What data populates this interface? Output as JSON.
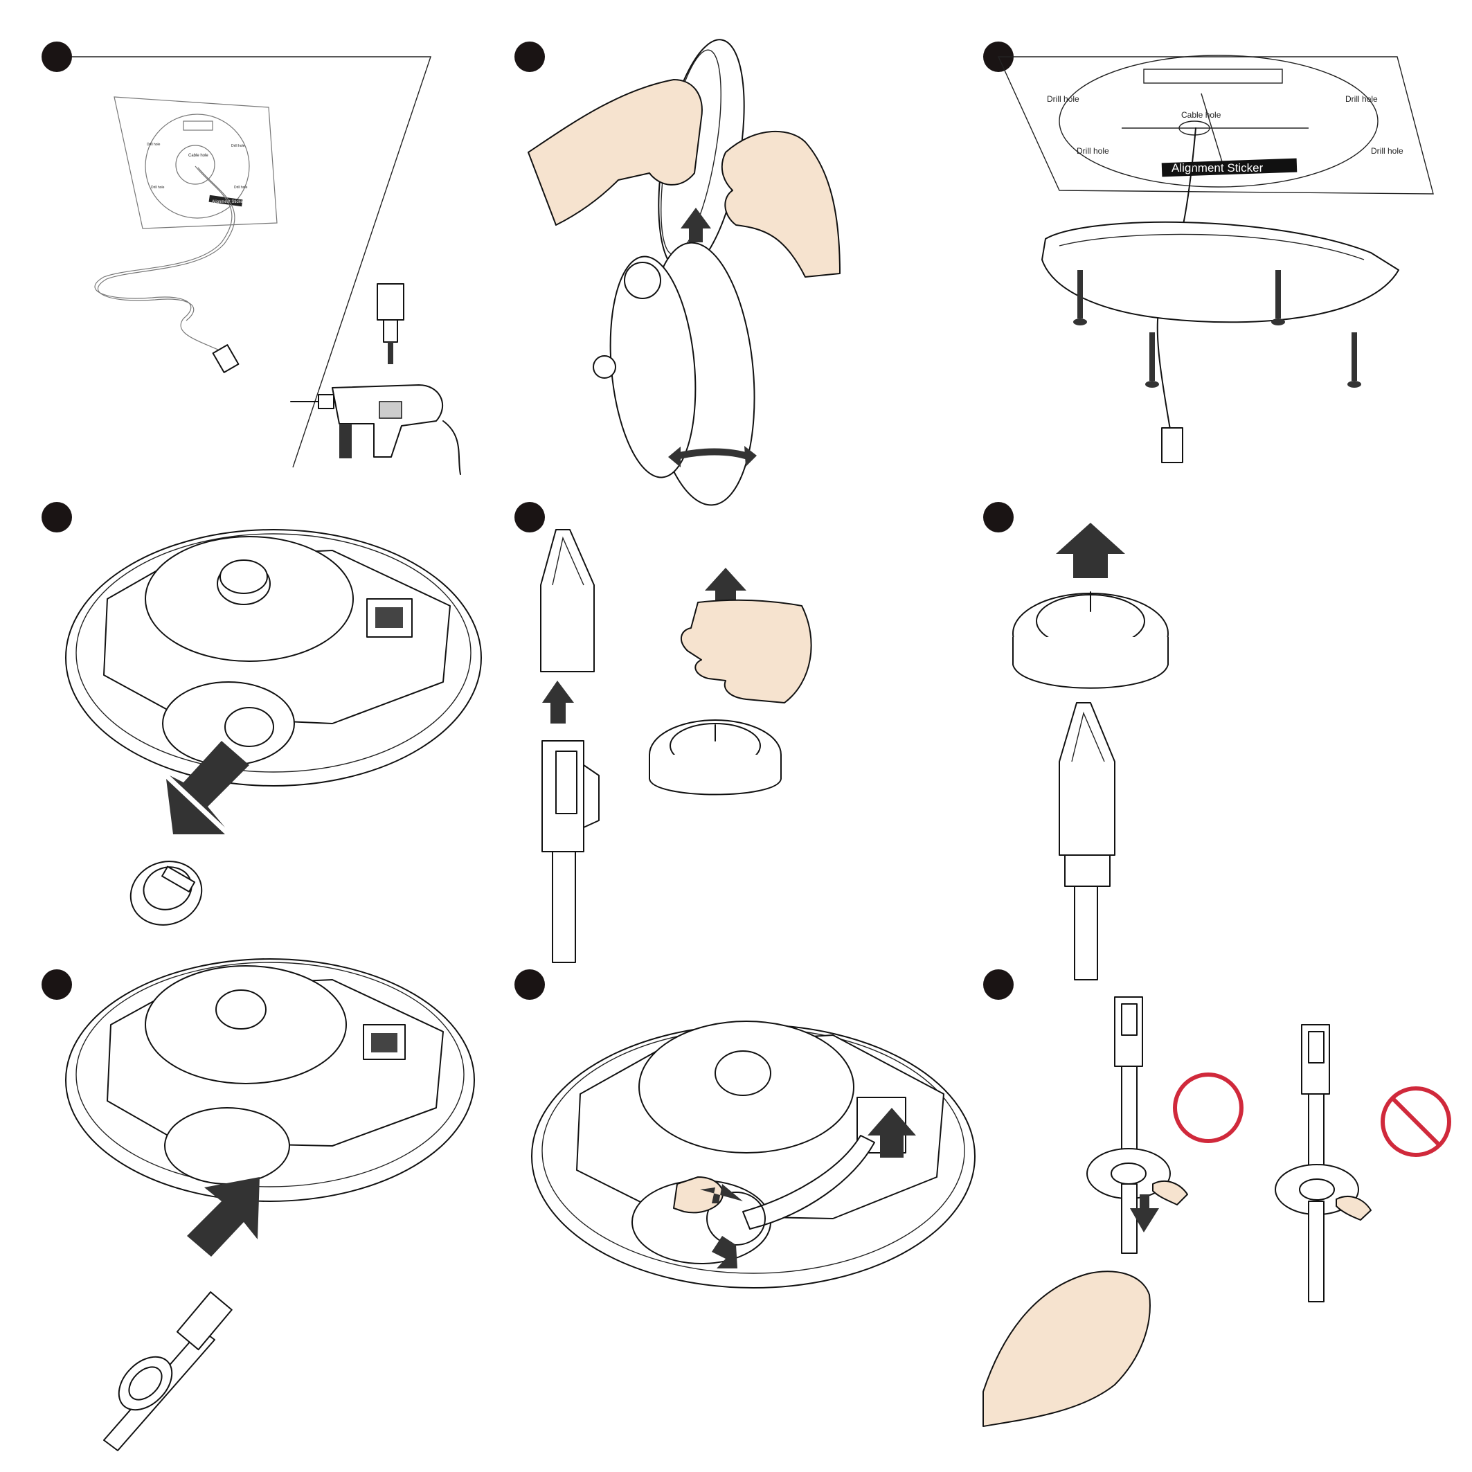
{
  "steps": [
    {
      "label": ""
    },
    {
      "label": ""
    },
    {
      "label": ""
    },
    {
      "label": ""
    },
    {
      "label": ""
    },
    {
      "label": ""
    },
    {
      "label": ""
    },
    {
      "label": ""
    },
    {
      "label": ""
    }
  ],
  "sticker": {
    "drill_hole_label": "Drill hole",
    "cable_hole_label": "Cable hole",
    "title": "Alignment Sticker"
  },
  "indicators": {
    "correct_color": "#d0293b",
    "incorrect_color": "#d0293b",
    "arrow_color": "#333333",
    "step_dot_color": "#1a1414",
    "skin_color": "#f6e3cf"
  }
}
